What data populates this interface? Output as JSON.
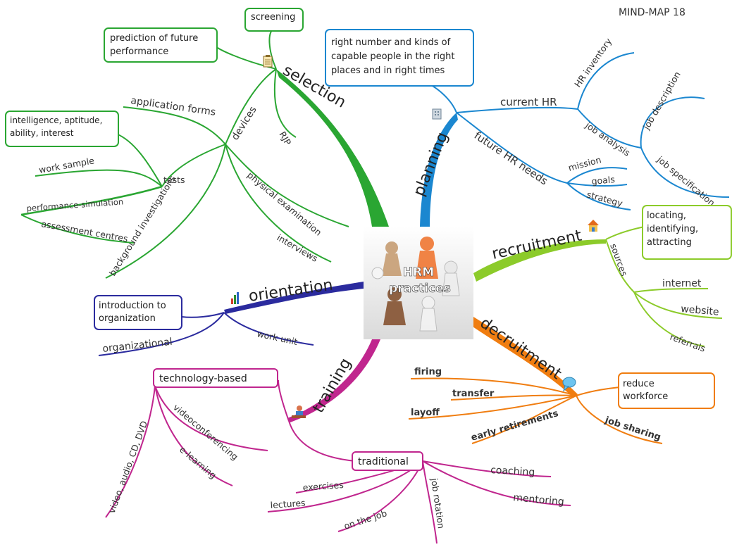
{
  "title": "MIND-MAP 18",
  "center": {
    "line1": "HRM",
    "line2": "practices"
  },
  "colors": {
    "selection": "#2aa632",
    "planning": "#1b87d0",
    "recruitment": "#8ccb2a",
    "decruitment": "#f07d10",
    "training": "#c0268e",
    "orientation": "#2b2b9e"
  },
  "selection": {
    "label": "selection",
    "screening": "screening",
    "prediction": [
      "prediction of future",
      "performance"
    ],
    "rjp": "RJP",
    "devices": "devices",
    "application_forms": "application forms",
    "tests": "tests",
    "intelligence": [
      "intelligence, aptitude,",
      "ability, interest"
    ],
    "work_sample": "work sample",
    "performance_simulation": "performance-simulation",
    "assessment_centres": "assessment centres",
    "background_investigations": "background investigations",
    "physical_examination": "physical examination",
    "interviews": "interviews"
  },
  "planning": {
    "label": "planning",
    "box": [
      "right number and kinds of",
      "capable people in the right",
      "places and in right times"
    ],
    "current_hr": "current HR",
    "hr_inventory": "HR inventory",
    "job_analysis": "job analysis",
    "job_description": "job description",
    "job_specification": "job specification",
    "future_hr_needs": "future HR needs",
    "mission": "mission",
    "goals": "goals",
    "strategy": "strategy"
  },
  "recruitment": {
    "label": "recruitment",
    "box": [
      "locating,",
      "identifying,",
      "attracting"
    ],
    "sources": "sources",
    "internet": "internet",
    "website": "website",
    "referrals": "referrals"
  },
  "decruitment": {
    "label": "decruitment",
    "box": [
      "reduce",
      "workforce"
    ],
    "firing": "firing",
    "transfer": "transfer",
    "layoff": "layoff",
    "early_retirements": "early retirements",
    "job_sharing": "job sharing"
  },
  "training": {
    "label": "training",
    "technology_based": "technology-based",
    "video": "video, audio, CD, DVD",
    "videoconferencing": "videoconferencing",
    "elearning": "e-learning",
    "traditional": "traditional",
    "exercises": "exercises",
    "lectures": "lectures",
    "on_the_job": "on the job",
    "job_rotation": "job rotation",
    "coaching": "coaching",
    "mentoring": "mentoring"
  },
  "orientation": {
    "label": "orientation",
    "box": [
      "introduction to",
      "organization"
    ],
    "organizational": "organizational",
    "work_unit": "work unit"
  }
}
